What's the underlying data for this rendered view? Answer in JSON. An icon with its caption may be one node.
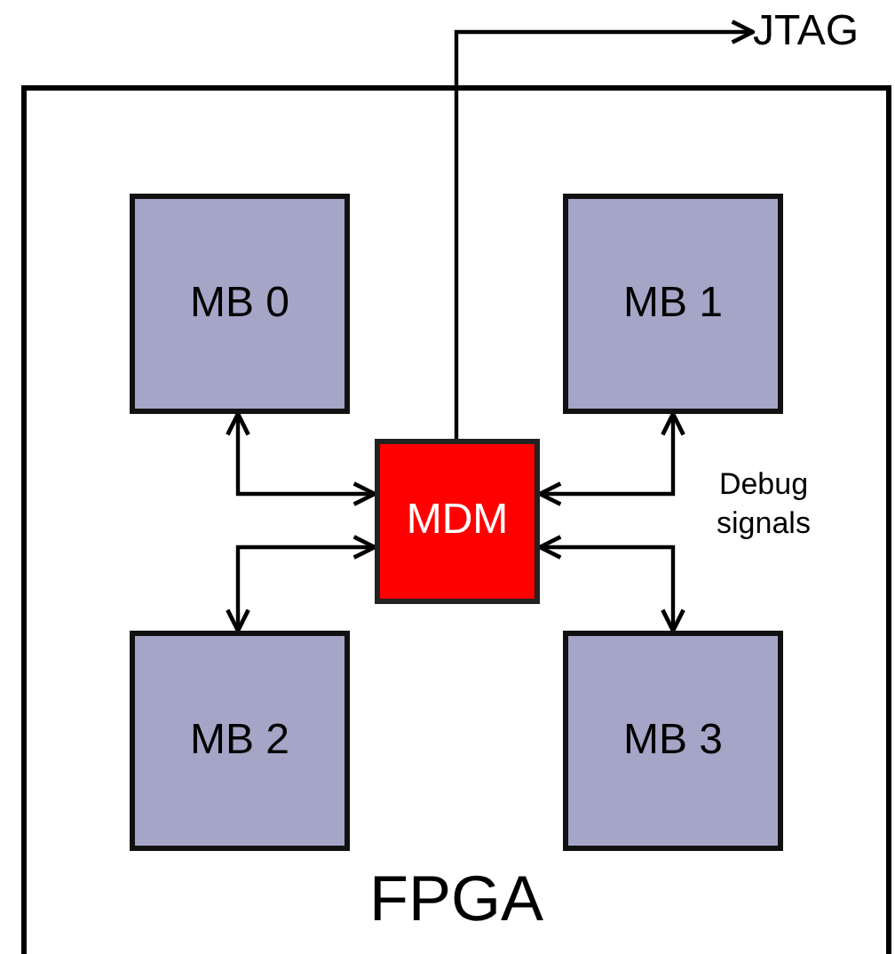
{
  "diagram": {
    "nodes": [
      {
        "text": [
          "JTAG"
        ]
      },
      {
        "text": [
          "FPGA"
        ]
      },
      {
        "text": [
          "MB 0"
        ],
        "in": 1
      },
      {
        "text": [
          "MB 1"
        ],
        "in": 1
      },
      {
        "text": [
          "MDM"
        ],
        "in": 1
      },
      {
        "text": [
          "MB 2"
        ],
        "in": 1
      },
      {
        "text": [
          "MB 3"
        ],
        "in": 1
      }
    ],
    "edges": [
      {
        "from": 4,
        "to": 0,
        "arrow": "to"
      },
      {
        "from": 4,
        "to": 2,
        "arrow": "both"
      },
      {
        "from": 4,
        "to": 3,
        "arrow": "both"
      },
      {
        "from": 4,
        "to": 5,
        "arrow": "both"
      },
      {
        "from": 4,
        "to": 6,
        "arrow": "both"
      }
    ],
    "labels": [
      "Debug signals"
    ]
  }
}
